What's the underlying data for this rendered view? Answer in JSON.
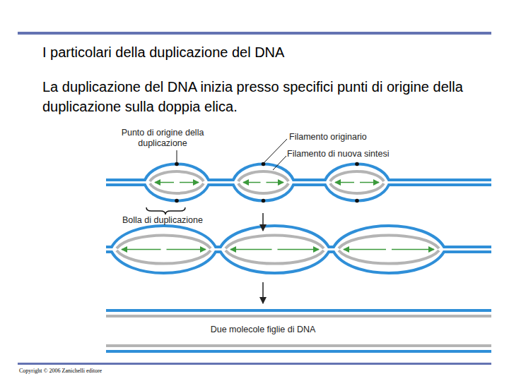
{
  "diagram": {
    "title": "I particolari della duplicazione del DNA",
    "caption": "La duplicazione del DNA inizia presso specifici punti di origine della duplicazione sulla doppia elica.",
    "labels": [
      "Punto di origine della duplicazione",
      "Filamento originario",
      "Filamento di nuova sintesi",
      "Bolla di duplicazione",
      "Due molecole figlie di DNA",
      "Copyright © 2006 Zanichelli editore"
    ]
  }
}
